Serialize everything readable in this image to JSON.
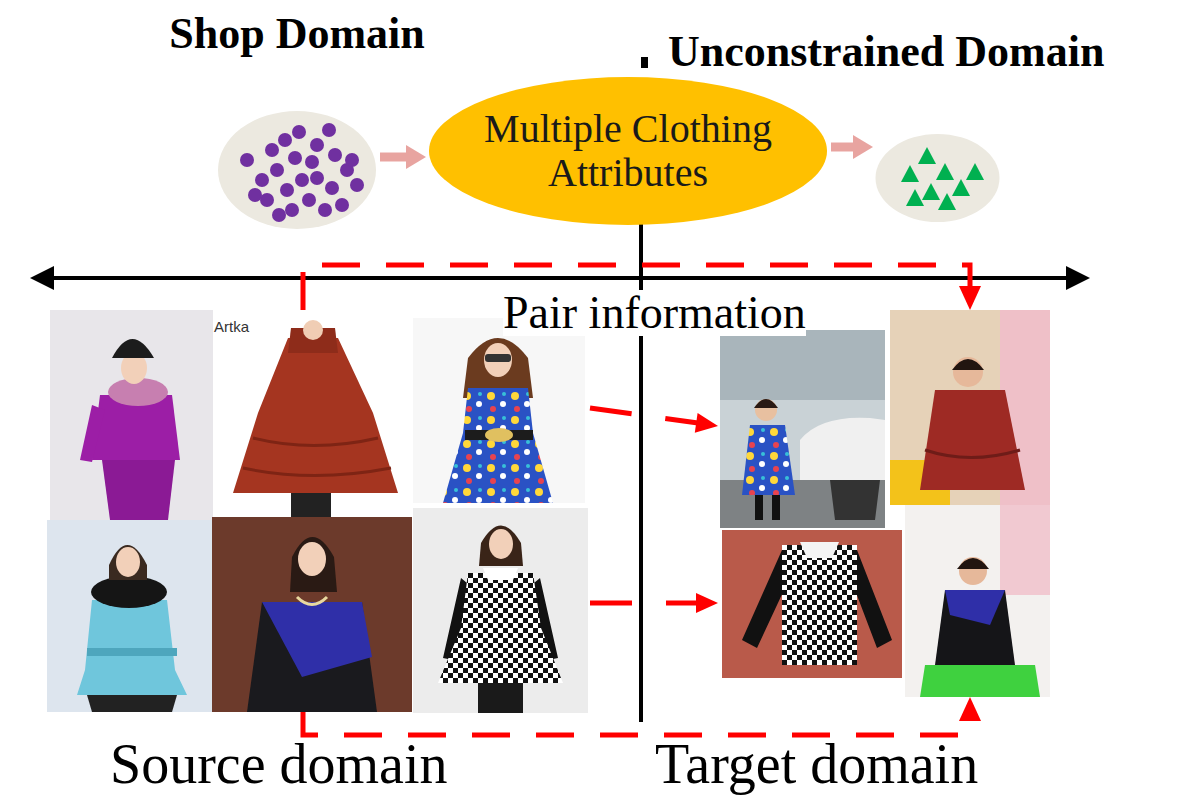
{
  "diagram": {
    "nodes": [
      {
        "text": [
          "Shop Domain"
        ]
      },
      {
        "text": [
          "Multiple Clothing Attributes"
        ]
      },
      {
        "text": [
          "Unconstrained Domain"
        ]
      },
      {
        "text": [
          "Source domain"
        ]
      },
      {
        "text": [
          "Target domain"
        ]
      }
    ],
    "edges": [
      {
        "from": 0,
        "to": 1,
        "arrow": "to"
      },
      {
        "from": 1,
        "to": 2,
        "arrow": "to"
      },
      {
        "from": 3,
        "to": 4,
        "arrow": "to",
        "label": "Pair information"
      },
      {
        "from": 3,
        "to": 4,
        "arrow": "to"
      }
    ],
    "labels": [
      "Artka"
    ]
  }
}
